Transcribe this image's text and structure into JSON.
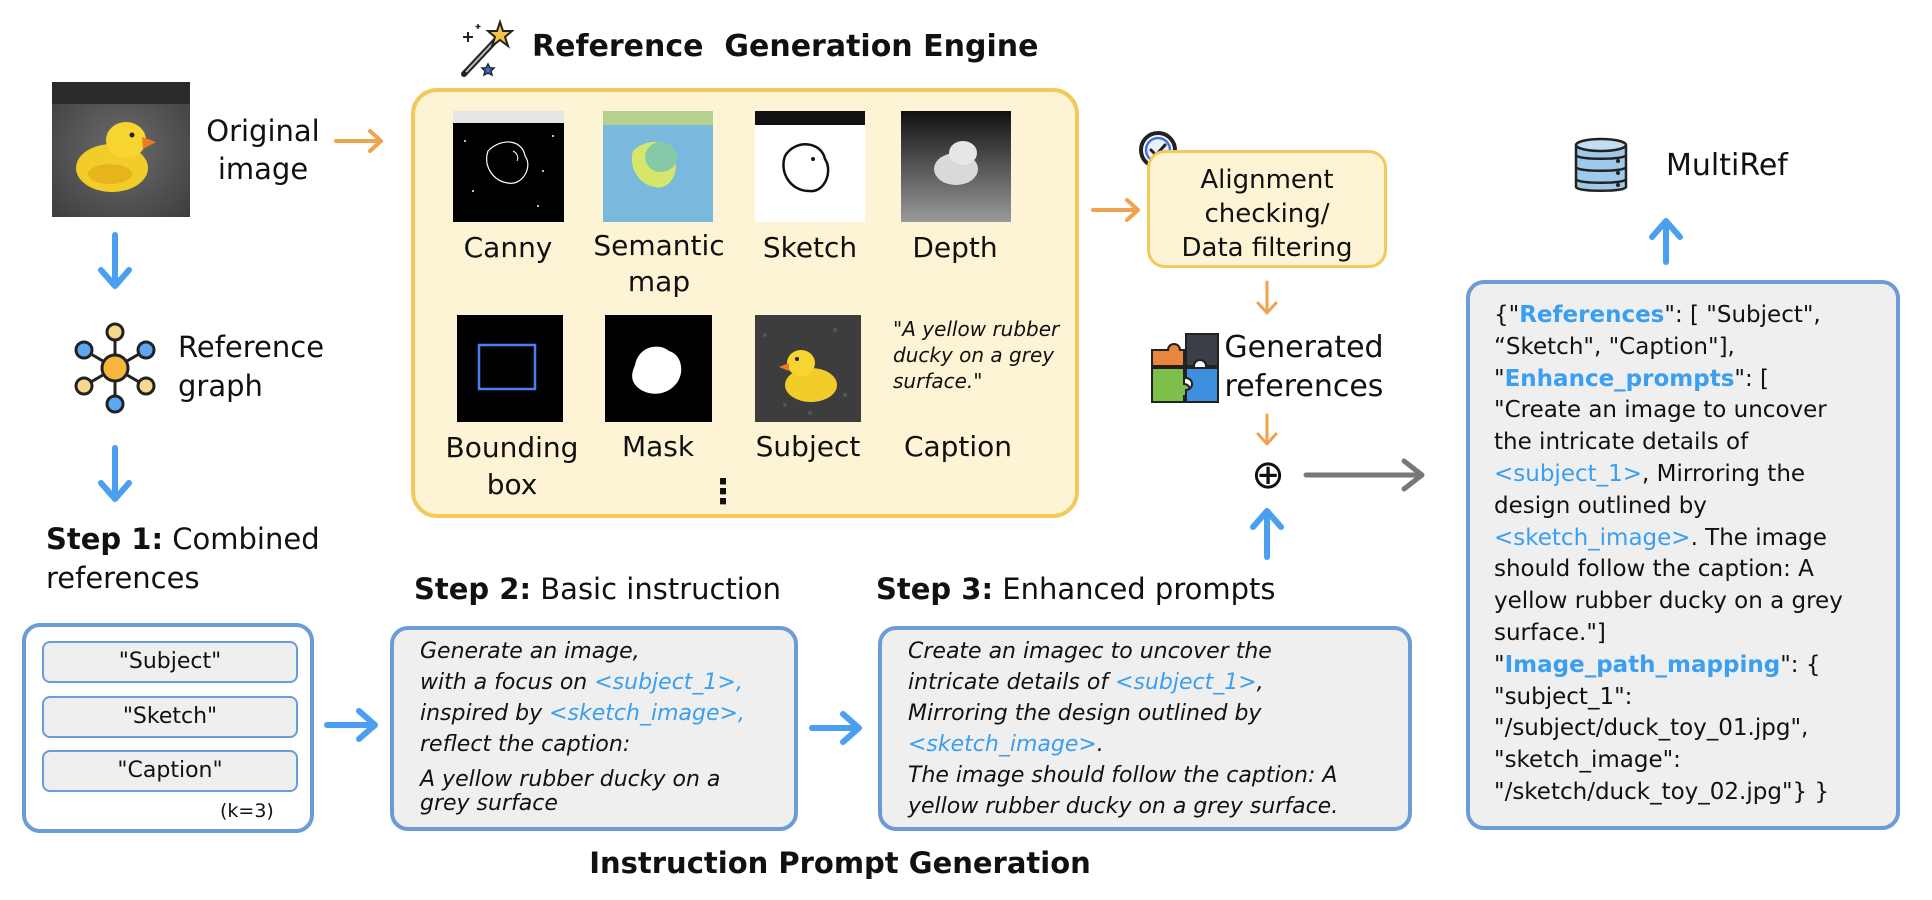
{
  "engine": {
    "title": "Reference  Generation Engine"
  },
  "original": {
    "label": "Original\nimage"
  },
  "reference_graph": {
    "label": "Reference\ngraph"
  },
  "outputs": {
    "canny": "Canny",
    "semantic_map": "Semantic\nmap",
    "sketch": "Sketch",
    "depth": "Depth",
    "bounding_box": "Bounding\nbox",
    "mask": "Mask",
    "subject": "Subject",
    "caption": "Caption",
    "caption_text": "\"A yellow rubber\nducky on a grey\nsurface.\"",
    "more": "⋮"
  },
  "alignment": {
    "label": "Alignment\nchecking/\nData filtering"
  },
  "generated": {
    "label": "Generated\nreferences"
  },
  "plus": "⊕",
  "multiref": {
    "label": "MultiRef"
  },
  "step1": {
    "bold": "Step 1:",
    "rest": " Combined\nreferences",
    "chips": [
      "\"Subject\"",
      "\"Sketch\"",
      "\"Caption\""
    ],
    "k": "(k=3)"
  },
  "step2": {
    "bold": "Step 2:",
    "rest": " Basic instruction",
    "l1": "Generate an image,",
    "l2a": "with a focus on ",
    "l2tag": "<subject_1>,",
    "l3a": "inspired by ",
    "l3tag": "<sketch_image>,",
    "l4": "reflect the caption:",
    "l5": "A yellow rubber ducky on a",
    "l6": "grey surface"
  },
  "step3": {
    "bold": "Step 3:",
    "rest": " Enhanced prompts",
    "l1": "Create an imagec to uncover the",
    "l2a": "intricate details of ",
    "l2tag": "<subject_1>",
    "l2b": ",",
    "l3": "Mirroring the design outlined by",
    "l4tag": "<sketch_image>",
    "l4b": ".",
    "l5": "The image should follow the caption: A",
    "l6": "yellow rubber ducky on a grey surface."
  },
  "json_box": {
    "p1": "{\"",
    "k1": "References",
    "p2": "\": [ \"Subject\",\n“Sketch\", \"Caption\"],\n\"",
    "k2": "Enhance_prompts",
    "p3": "\": [\n\"Create an image to uncover\nthe intricate details of\n",
    "t1": "<subject_1>",
    "p4": ", Mirroring the\ndesign outlined by\n",
    "t2": "<sketch_image>",
    "p5": ". The image\nshould follow the caption: A\nyellow rubber ducky on a grey\nsurface.\"]\n\"",
    "k3": "Image_path_mapping",
    "p6": "\": {\n\"subject_1\":\n\"/subject/duck_toy_01.jpg\",\n\"sketch_image\":\n\"/sketch/duck_toy_02.jpg\"} }"
  },
  "footer": {
    "title": "Instruction Prompt Generation"
  },
  "colors": {
    "blue_arrow": "#4a9ff0",
    "orange_arrow": "#f0a24e",
    "grey_arrow": "#777777",
    "accent": "#3a9ff0",
    "panel_border": "#f3c95b",
    "box_border": "#6b9bd8"
  }
}
